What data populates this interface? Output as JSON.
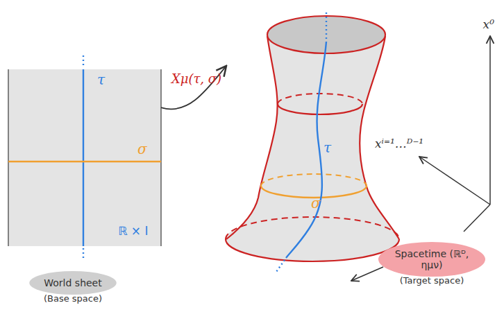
{
  "diagram": {
    "nodes": [
      {
        "text": [
          "τ",
          "σ",
          "ℝ × I"
        ]
      },
      {
        "text": [
          "World sheet",
          "(Base space)"
        ]
      },
      {
        "text": [
          "τ",
          "σ"
        ]
      },
      {
        "text": [
          "Spacetime (ℝᴰ, ημν)",
          "(Target space)"
        ]
      }
    ],
    "edges": [
      {
        "from": 0,
        "to": 2,
        "arrow": "to",
        "label": "Xμ(τ, σ)"
      }
    ],
    "labels": [
      "x⁰",
      "xⁱ⁼¹…ᴰ⁻¹"
    ]
  }
}
